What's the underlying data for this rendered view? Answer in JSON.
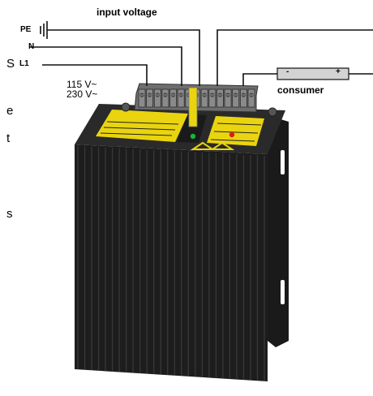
{
  "labels": {
    "input_voltage": "input voltage",
    "pe": "PE",
    "n": "N",
    "l1": "L1",
    "voltage_a": "115 V~",
    "voltage_b": "230 V~",
    "consumer": "consumer",
    "minus": "-",
    "plus": "+",
    "side_fragments": [
      "S",
      "e",
      "t",
      "s"
    ]
  },
  "colors": {
    "heatsink": "#1d1d1d",
    "heatsink_edge": "#3a3a3a",
    "top_panel": "#2a2a2a",
    "label_yellow": "#e9d40f",
    "terminal": "#6e6e6e",
    "led_green": "#19b33a",
    "led_red": "#e01b1b",
    "wire": "#111111"
  },
  "icons": [
    "earth-ground-icon",
    "terminal-screw-icon",
    "led-indicator-icon"
  ],
  "terminal_count": 15,
  "fin_count": 28
}
